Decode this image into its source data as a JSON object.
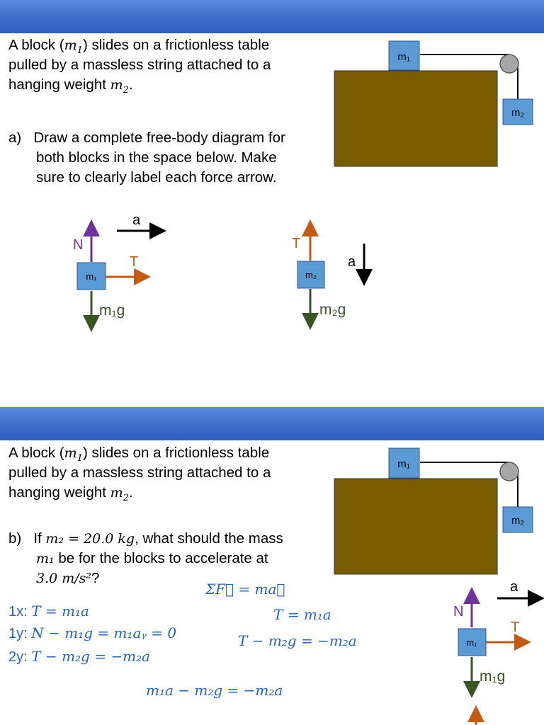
{
  "problem": {
    "line1_a": "A block (",
    "m1_var": "m",
    "m1_sub": "1",
    "line1_b": ") slides on a frictionless table",
    "line2": "pulled by a massless string attached to a",
    "line3_a": "hanging weight ",
    "m2_var": "m",
    "m2_sub": "2",
    "line3_b": "."
  },
  "part_a": {
    "label": "a)",
    "line1": "Draw a complete free-body diagram for",
    "line2": "both blocks in the space below. Make",
    "line3": "sure to clearly label each force arrow."
  },
  "part_b": {
    "label": "b)",
    "line1_a": "If ",
    "line1_eq": "m₂ = 20.0 kg",
    "line1_b": ", what should the mass",
    "line2_eq": "m₁",
    "line2_b": " be for the blocks to accelerate at",
    "line3_eq": "3.0 m/s²",
    "line3_b": "?"
  },
  "setup_diagram": {
    "block1": "m₁",
    "block2": "m₂",
    "colors": {
      "table": "#7a5c00",
      "block": "#5b9bd5",
      "pulley": "#a6a6a6"
    }
  },
  "fbd": {
    "m1": {
      "block": "m₁",
      "normal": "N",
      "tension": "T",
      "weight": "m₁g",
      "accel": "a"
    },
    "m2": {
      "block": "m₂",
      "tension": "T",
      "weight": "m₂g",
      "accel": "a"
    },
    "colors": {
      "normal": "#7030a0",
      "tension": "#c55a11",
      "weight": "#375623",
      "accel": "#000000"
    }
  },
  "solution": {
    "newton": "ΣF⃗ = ma⃗",
    "eq1_label": "1x: ",
    "eq1": "T = m₁a",
    "eq2_label": "1y: ",
    "eq2": "N − m₁g = m₁aᵧ = 0",
    "eq3_label": "2y: ",
    "eq3": "T − m₂g = −m₂a",
    "right1": "T = m₁a",
    "right2": "T − m₂g = −m₂a",
    "combined": "m₁a − m₂g = −m₂a"
  }
}
